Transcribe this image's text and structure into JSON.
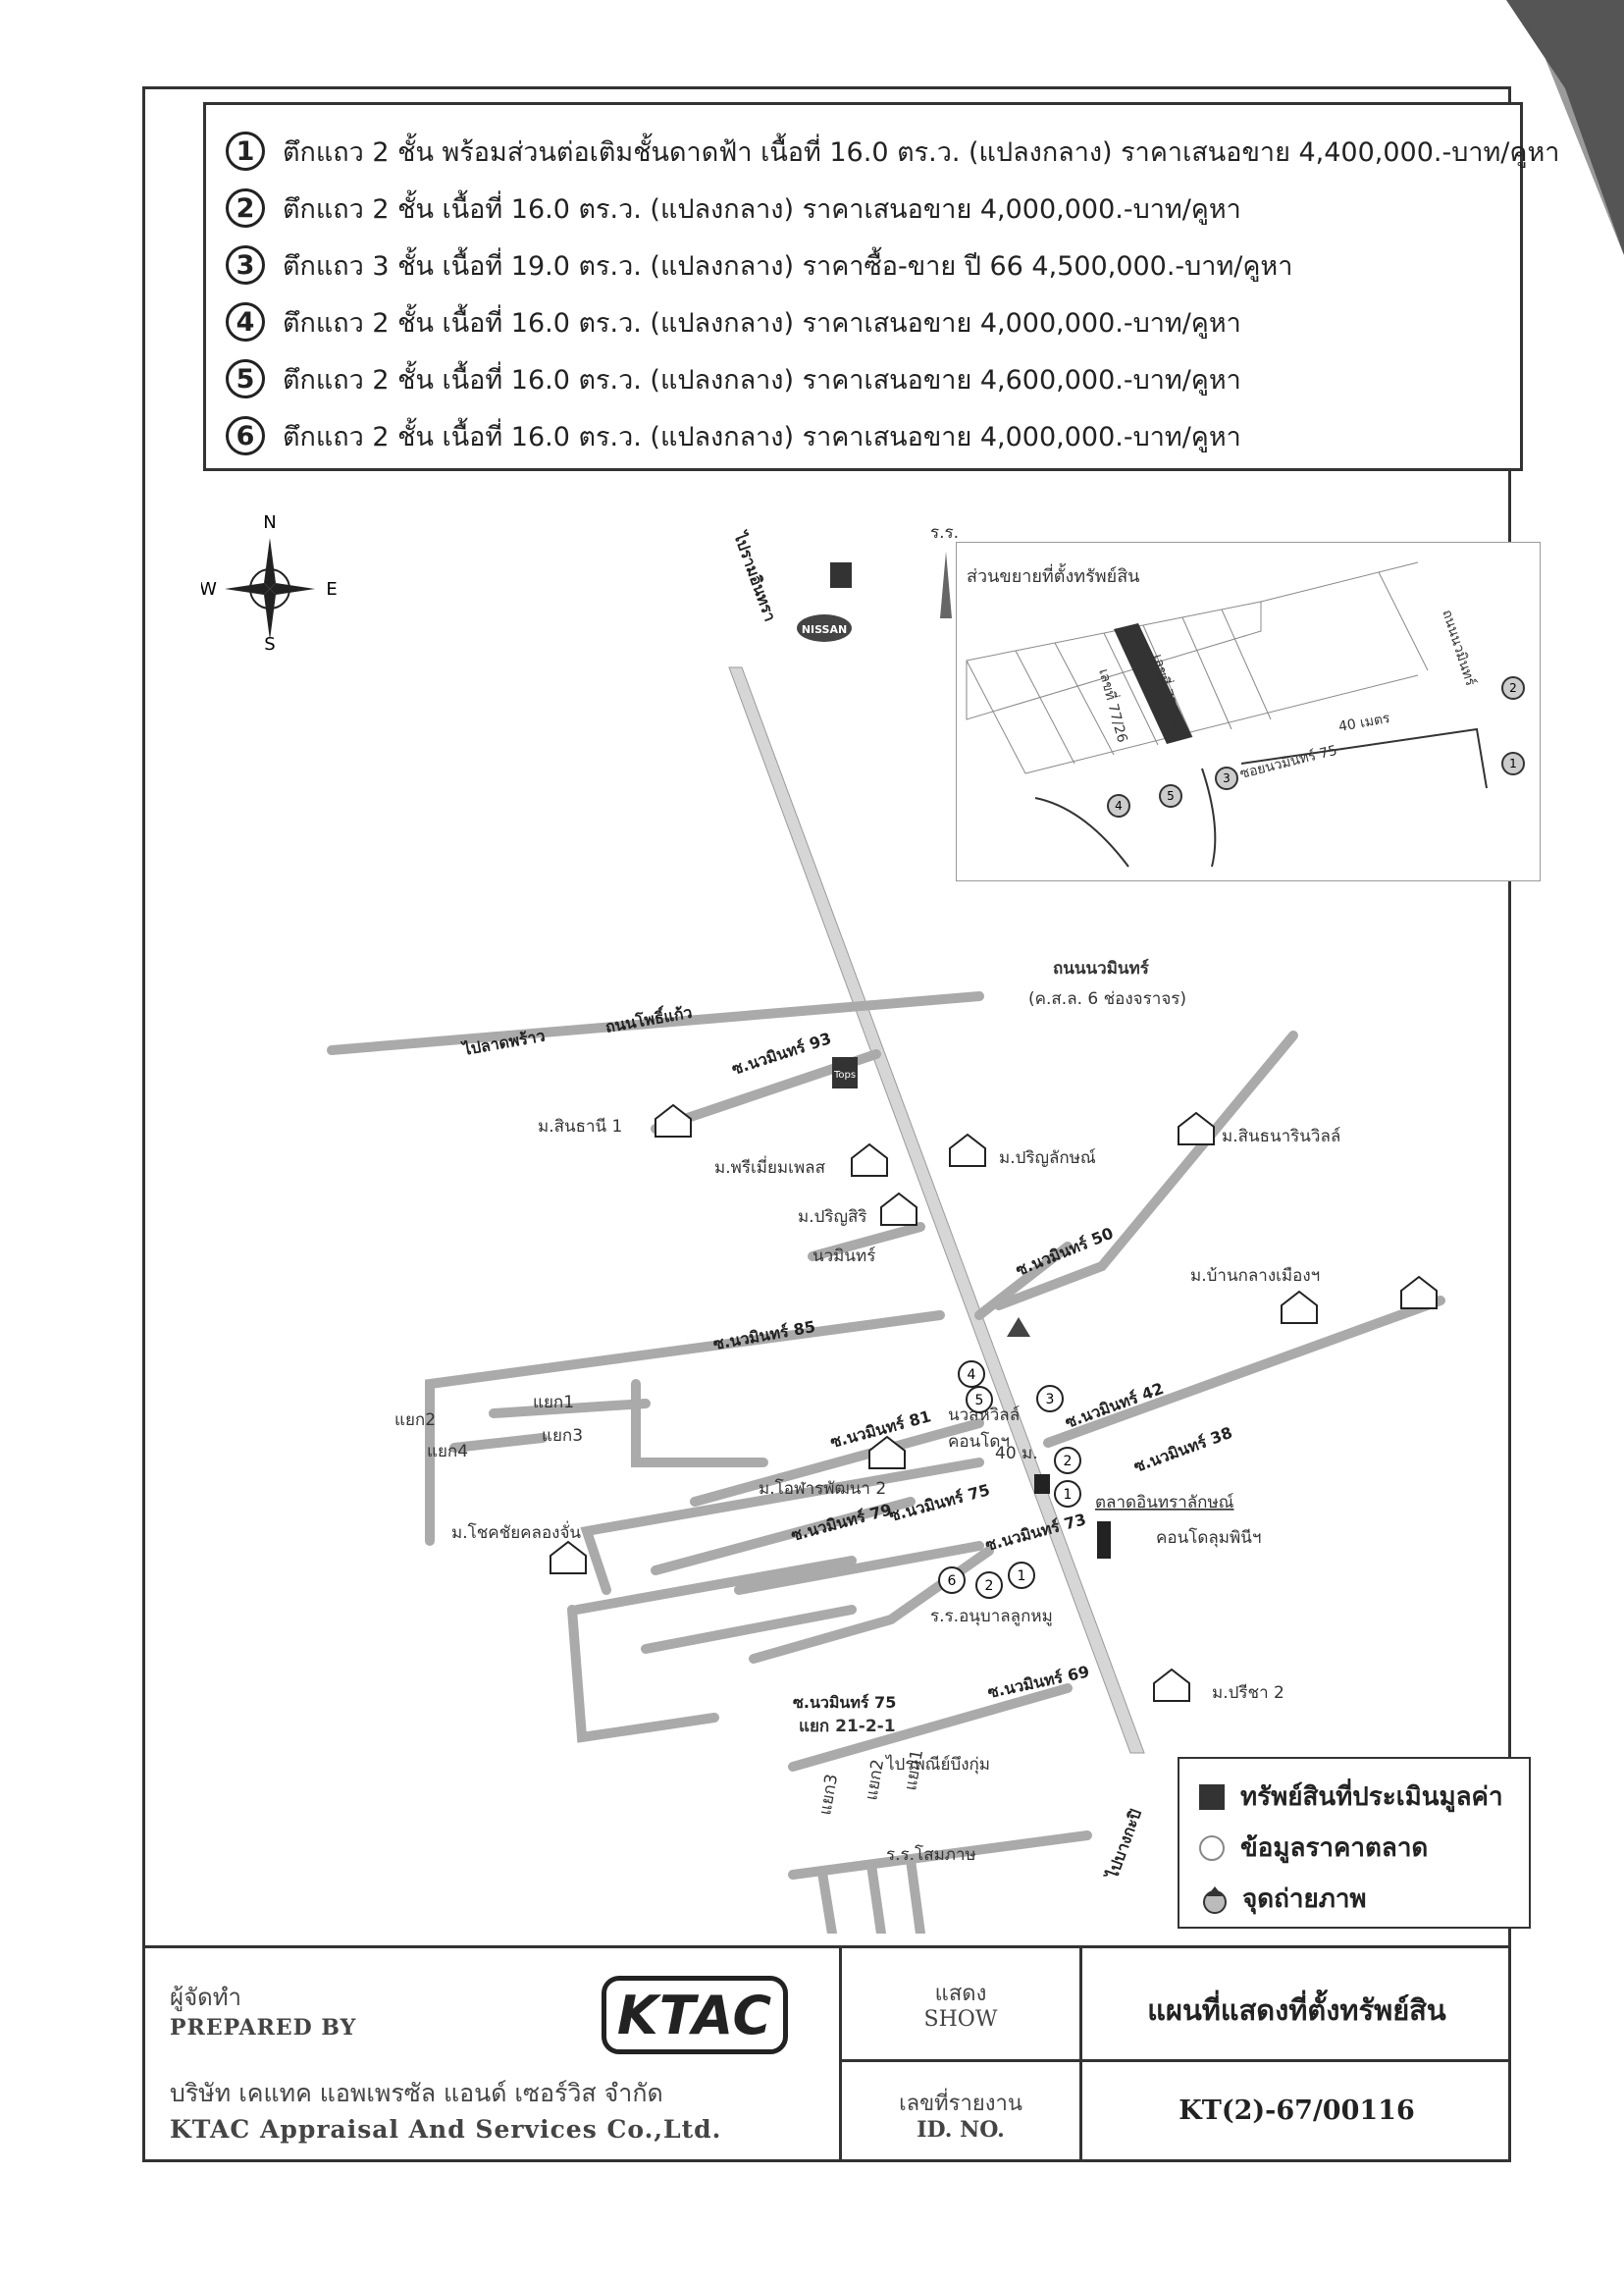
{
  "comparables": [
    {
      "num": "1",
      "text": "ตึกแถว 2 ชั้น พร้อมส่วนต่อเติมชั้นดาดฟ้า เนื้อที่ 16.0 ตร.ว. (แปลงกลาง) ราคาเสนอขาย 4,400,000.-บาท/คูหา"
    },
    {
      "num": "2",
      "text": "ตึกแถว 2 ชั้น เนื้อที่ 16.0 ตร.ว. (แปลงกลาง) ราคาเสนอขาย 4,000,000.-บาท/คูหา"
    },
    {
      "num": "3",
      "text": "ตึกแถว 3 ชั้น เนื้อที่ 19.0 ตร.ว. (แปลงกลาง) ราคาซื้อ-ขาย ปี 66 4,500,000.-บาท/คูหา"
    },
    {
      "num": "4",
      "text": "ตึกแถว 2 ชั้น เนื้อที่ 16.0 ตร.ว. (แปลงกลาง) ราคาเสนอขาย 4,000,000.-บาท/คูหา"
    },
    {
      "num": "5",
      "text": "ตึกแถว 2 ชั้น เนื้อที่ 16.0 ตร.ว. (แปลงกลาง) ราคาเสนอขาย 4,600,000.-บาท/คูหา"
    },
    {
      "num": "6",
      "text": "ตึกแถว 2 ชั้น เนื้อที่ 16.0 ตร.ว. (แปลงกลาง) ราคาเสนอขาย 4,000,000.-บาท/คูหา"
    }
  ],
  "compass": {
    "n": "N",
    "s": "S",
    "e": "E",
    "w": "W"
  },
  "map": {
    "road_main": "ถนนนวมินทร์",
    "road_main_sub": "(ค.ส.ล. 6 ช่องจราจร)",
    "to_ramintra": "ไปรามอินทรา",
    "to_ladprao": "ไปลาดพร้าว",
    "road_phokaeo": "ถนนโพธิ์แก้ว",
    "to_bangkapi": "ไปบางกะปิ",
    "soi93": "ซ.นวมินทร์ 93",
    "soi85": "ซ.นวมินทร์ 85",
    "soi81": "ซ.นวมินทร์ 81",
    "soi79": "ซ.นวมินทร์ 79",
    "soi75a": "ซ.นวมินทร์ 75",
    "soi73": "ซ.นวมินทร์ 73",
    "soi75": "ซ.นวมินทร์ 75",
    "soi75_sub": "แยก 21-2-1",
    "soi69": "ซ.นวมินทร์ 69",
    "soi50": "ซ.นวมินทร์ 50",
    "soi42": "ซ.นวมินทร์ 42",
    "soi38": "ซ.นวมินทร์ 38",
    "v_sinthani": "ม.สินธานี 1",
    "v_premium": "ม.พรีเมี่ยมเพลส",
    "v_parinyalak": "ม.ปริญลักษณ์",
    "v_parinsiri": "ม.ปริญสิริ",
    "v_parinsiri2": "นวมินทร์",
    "v_sinthanarin": "ม.สินธนารินวิลล์",
    "v_banklang": "ม.บ้านกลางเมืองฯ",
    "v_chokchai": "ม.โชคชัยคลองจั่น",
    "v_ohatai": "ม.โอฬารพัฒนา 2",
    "v_preecha": "ม.ปรีชา 2",
    "condo_nawasri": "นวสีหวิลล์",
    "condo_nawasri2": "คอนโดฯ",
    "market": "ตลาดอินทราลักษณ์",
    "condo_lumpini": "คอนโดลุมพินีฯ",
    "school_anuban": "ร.ร.อนุบาลลูกหมู",
    "school_soma": "ร.ร.โสมภาษ",
    "to_bueng": "ไปรพณีย์บึงกุ่ม",
    "school_top": "ร.ร.",
    "dist_40": "40 ม.",
    "yaek1": "แยก1",
    "yaek2": "แยก2",
    "yaek3": "แยก3",
    "yaek4": "แยก4",
    "yaek1b": "แยก1",
    "yaek2b": "แยก2",
    "yaek3b": "แยก3",
    "tops": "Tops",
    "nissan": "NISSAN"
  },
  "inset": {
    "title": "ส่วนขยายที่ตั้งทรัพย์สิน",
    "lot_a": "เลขที่ 77/26",
    "lot_b": "เลขที่ 77/24",
    "dist": "40 เมตร",
    "soi": "ซอยนวมินทร์ 75",
    "road": "ถนนนวมินทร์"
  },
  "key": {
    "subject": "ทรัพย์สินที่ประเมินมูลค่า",
    "market": "ข้อมูลราคาตลาด",
    "photo": "จุดถ่ายภาพ"
  },
  "footer": {
    "prepared_th": "ผู้จัดทำ",
    "prepared_en": "PREPARED BY",
    "logo": "KTAC",
    "company_th": "บริษัท เคแทค แอพเพรซัล แอนด์ เซอร์วิส จำกัด",
    "company_en": "KTAC Appraisal And Services Co.,Ltd.",
    "show_th": "แสดง",
    "show_en": "SHOW",
    "title": "แผนที่แสดงที่ตั้งทรัพย์สิน",
    "id_th": "เลขที่รายงาน",
    "id_en": "ID. NO.",
    "id_value": "KT(2)-67/00116"
  }
}
